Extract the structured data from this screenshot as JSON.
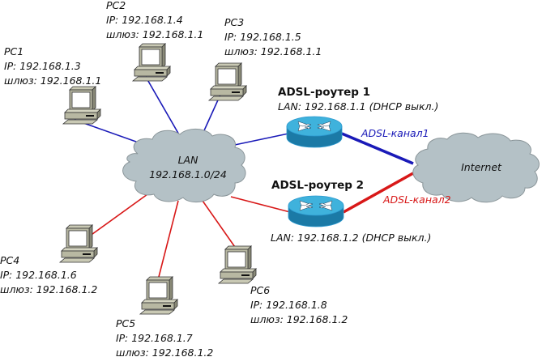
{
  "colors": {
    "router1_link": "#1a1ab8",
    "router2_link": "#d81818",
    "cloud_fill": "#b4c1c6",
    "cloud_stroke": "#8a9599",
    "router_top": "#3fb2dc",
    "router_side": "#1b7aa6"
  },
  "lan_cloud": {
    "name": "LAN",
    "subnet": "192.168.1.0/24"
  },
  "internet_cloud": {
    "name": "Internet"
  },
  "routers": [
    {
      "title": "ADSL-роутер 1",
      "lan": "LAN: 192.168.1.1 (DHCP выкл.)",
      "link_label": "ADSL-канал1"
    },
    {
      "title": "ADSL-роутер 2",
      "lan": "LAN: 192.168.1.2 (DHCP выкл.)",
      "link_label": "ADSL-канал2"
    }
  ],
  "pcs": [
    {
      "name": "PC1",
      "ip": "IP: 192.168.1.3",
      "gateway": "шлюз: 192.168.1.1",
      "router": 1
    },
    {
      "name": "PC2",
      "ip": "IP: 192.168.1.4",
      "gateway": "шлюз: 192.168.1.1",
      "router": 1
    },
    {
      "name": "PC3",
      "ip": "IP: 192.168.1.5",
      "gateway": "шлюз: 192.168.1.1",
      "router": 1
    },
    {
      "name": "PC4",
      "ip": "IP: 192.168.1.6",
      "gateway": "шлюз: 192.168.1.2",
      "router": 2
    },
    {
      "name": "PC5",
      "ip": "IP: 192.168.1.7",
      "gateway": "шлюз: 192.168.1.2",
      "router": 2
    },
    {
      "name": "PC6",
      "ip": "IP: 192.168.1.8",
      "gateway": "шлюз: 192.168.1.2",
      "router": 2
    }
  ]
}
